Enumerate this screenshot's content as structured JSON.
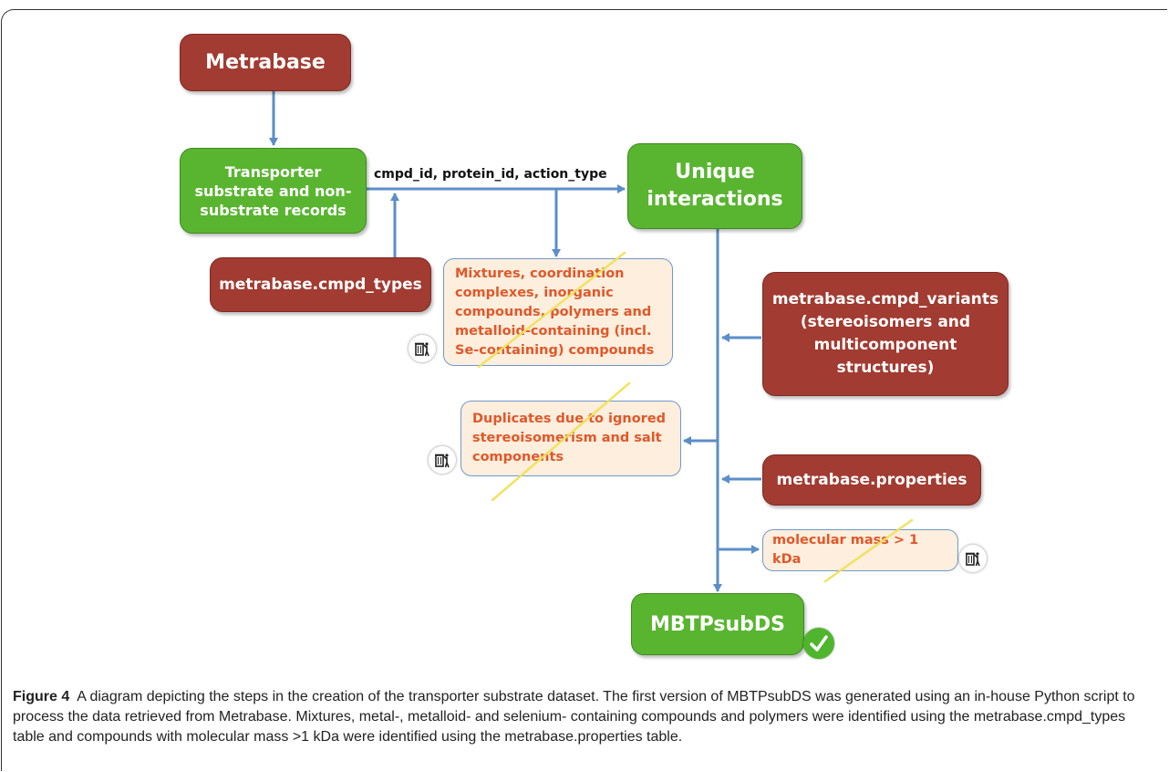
{
  "nodes": {
    "metrabase": "Metrabase",
    "records": "Transporter substrate and non-substrate records",
    "cmpd_types": "metrabase.cmpd_types",
    "unique": "Unique interactions",
    "cmpd_variants": "metrabase.cmpd_variants (stereoisomers and multicomponent structures)",
    "properties": "metrabase.properties",
    "output": "MBTPsubDS"
  },
  "edge_label": "cmpd_id, protein_id, action_type",
  "filters": {
    "mixtures": "Mixtures, coordination complexes, inorganic compounds, polymers and metalloid-containing (incl. Se-containing) compounds",
    "duplicates": "Duplicates due to ignored stereoisomerism and salt components",
    "mass": "molecular mass > 1 kDa"
  },
  "icons": [
    "trash-bin-icon",
    "check-mark-icon"
  ],
  "colors": {
    "source_box": "#a23b31",
    "process_box": "#59b530",
    "filter_box": "#fdeedd",
    "filter_text": "#e0582a",
    "arrow": "#5b8ec8",
    "strike": "#f0e25a"
  },
  "caption": {
    "label": "Figure 4",
    "text": "A diagram depicting the steps in the creation of the transporter substrate dataset. The first version of MBTPsubDS was generated using an in-house Python script to process the data retrieved from Metrabase. Mixtures, metal-, metalloid- and selenium- containing compounds and polymers were identified using the metrabase.cmpd_types table and compounds with molecular mass >1 kDa were identified using the metrabase.properties table."
  }
}
